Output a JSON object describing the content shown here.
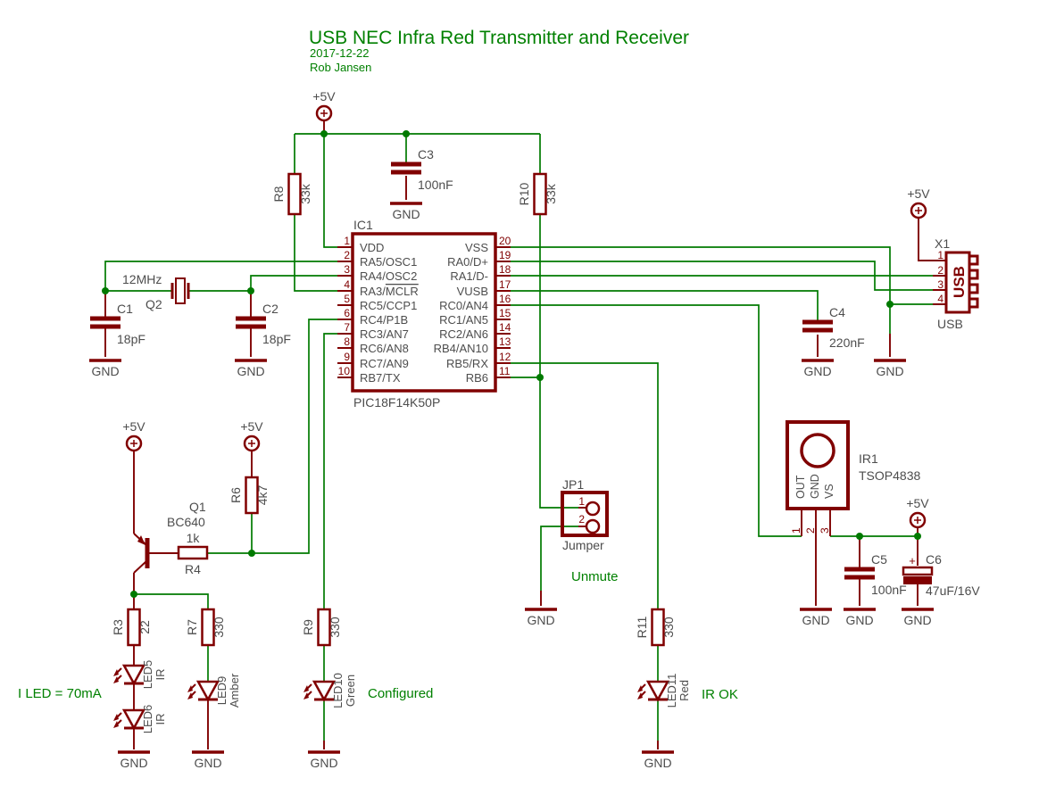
{
  "header": {
    "title": "USB NEC Infra Red Transmitter and Receiver",
    "date": "2017-12-22",
    "author": "Rob Jansen"
  },
  "power": {
    "vcc": "+5V",
    "gnd": "GND"
  },
  "annotations": {
    "led_current": "I LED = 70mA",
    "configured": "Configured",
    "unmute": "Unmute",
    "ir_ok": "IR OK"
  },
  "ic1": {
    "ref": "IC1",
    "part": "PIC18F14K50P",
    "left_pins": [
      {
        "num": "1",
        "name": "VDD"
      },
      {
        "num": "2",
        "name": "RA5/OSC1"
      },
      {
        "num": "3",
        "name": "RA4/OSC2"
      },
      {
        "num": "4",
        "name": "RA3/MCLR",
        "overline": "MCLR"
      },
      {
        "num": "5",
        "name": "RC5/CCP1"
      },
      {
        "num": "6",
        "name": "RC4/P1B"
      },
      {
        "num": "7",
        "name": "RC3/AN7"
      },
      {
        "num": "8",
        "name": "RC6/AN8"
      },
      {
        "num": "9",
        "name": "RC7/AN9"
      },
      {
        "num": "10",
        "name": "RB7/TX"
      }
    ],
    "right_pins": [
      {
        "num": "20",
        "name": "VSS"
      },
      {
        "num": "19",
        "name": "RA0/D+"
      },
      {
        "num": "18",
        "name": "RA1/D-"
      },
      {
        "num": "17",
        "name": "VUSB"
      },
      {
        "num": "16",
        "name": "RC0/AN4"
      },
      {
        "num": "15",
        "name": "RC1/AN5"
      },
      {
        "num": "14",
        "name": "RC2/AN6"
      },
      {
        "num": "13",
        "name": "RB4/AN10"
      },
      {
        "num": "12",
        "name": "RB5/RX"
      },
      {
        "num": "11",
        "name": "RB6"
      }
    ]
  },
  "resistors": {
    "r3": {
      "ref": "R3",
      "value": "22"
    },
    "r4": {
      "ref": "R4",
      "value": "1k"
    },
    "r6": {
      "ref": "R6",
      "value": "4k7"
    },
    "r7": {
      "ref": "R7",
      "value": "330"
    },
    "r8": {
      "ref": "R8",
      "value": "33k"
    },
    "r9": {
      "ref": "R9",
      "value": "330"
    },
    "r10": {
      "ref": "R10",
      "value": "33k"
    },
    "r11": {
      "ref": "R11",
      "value": "330"
    }
  },
  "capacitors": {
    "c1": {
      "ref": "C1",
      "value": "18pF"
    },
    "c2": {
      "ref": "C2",
      "value": "18pF"
    },
    "c3": {
      "ref": "C3",
      "value": "100nF"
    },
    "c4": {
      "ref": "C4",
      "value": "220nF"
    },
    "c5": {
      "ref": "C5",
      "value": "100nF"
    },
    "c6": {
      "ref": "C6",
      "value": "47uF/16V",
      "plus": "+"
    }
  },
  "crystal": {
    "ref": "Q2",
    "value": "12MHz"
  },
  "transistor": {
    "ref": "Q1",
    "value": "BC640"
  },
  "leds": {
    "led5": {
      "ref": "LED5",
      "color": "IR"
    },
    "led6": {
      "ref": "LED6",
      "color": "IR"
    },
    "led9": {
      "ref": "LED9",
      "color": "Amber"
    },
    "led10": {
      "ref": "LED10",
      "color": "Green"
    },
    "led11": {
      "ref": "LED11",
      "color": "Red"
    }
  },
  "jumper": {
    "ref": "JP1",
    "name": "Jumper",
    "pins": [
      "1",
      "2"
    ]
  },
  "ir_receiver": {
    "ref": "IR1",
    "part": "TSOP4838",
    "pin_names": [
      "OUT",
      "GND",
      "VS"
    ],
    "pin_numbers": [
      "1",
      "2",
      "3"
    ]
  },
  "usb": {
    "ref": "X1",
    "name": "USB",
    "symbol_text": "USB",
    "pin_numbers": [
      "1",
      "2",
      "3",
      "4"
    ]
  },
  "colors": {
    "wire": "#007a00",
    "symbol": "#800000",
    "text_gray": "#4d4d4d",
    "text_green": "#008000"
  }
}
